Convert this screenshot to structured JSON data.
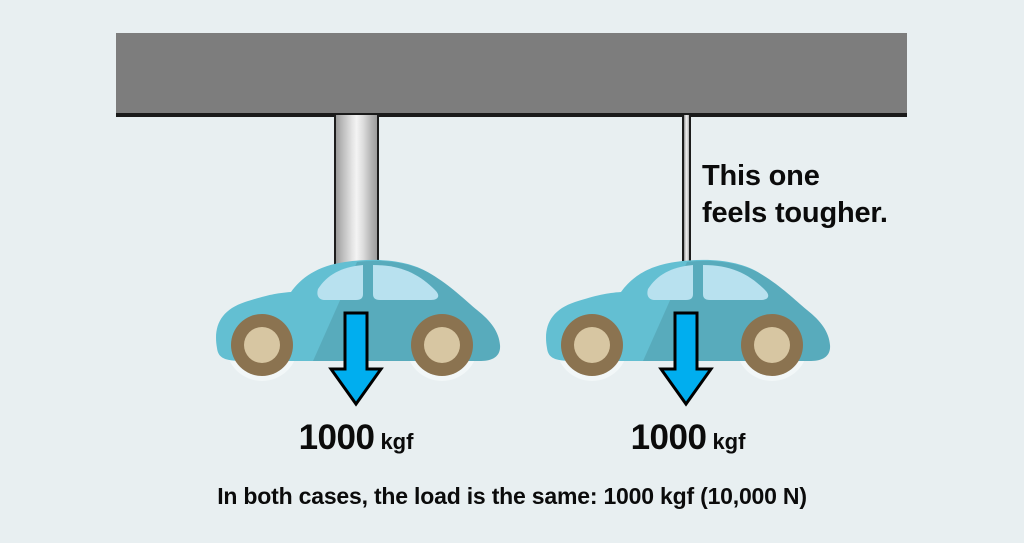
{
  "figure": {
    "title_text": "",
    "background_color": "#e8eff1",
    "beam": {
      "name": "ceiling-beam",
      "color": "#7d7d7d",
      "edge_color": "#1a1a1a"
    },
    "rods": [
      {
        "name": "thick-rod",
        "label": "",
        "thickness": "thick",
        "color_light": "#f4f4f4",
        "color_dark": "#9a9a9a"
      },
      {
        "name": "thin-rod",
        "label": "",
        "thickness": "thin",
        "color_light": "#f2f2f2",
        "color_dark": "#8f8f8f"
      }
    ],
    "callout": {
      "line1": "This one",
      "line2": "feels tougher."
    },
    "cars": [
      {
        "name": "car-left",
        "body_color": "#63bfd2",
        "shade_color": "#4e9fb0",
        "window_color": "#b8e1ef",
        "wheel_outer_color": "#8b7350",
        "wheel_inner_color": "#d7c6a2",
        "wheel_rim_color": "#f2f7f8"
      },
      {
        "name": "car-right",
        "body_color": "#63bfd2",
        "shade_color": "#4e9fb0",
        "window_color": "#b8e1ef",
        "wheel_outer_color": "#8b7350",
        "wheel_inner_color": "#d7c6a2",
        "wheel_rim_color": "#f2f7f8"
      }
    ],
    "arrows": [
      {
        "name": "load-arrow-left",
        "direction": "down",
        "fill": "#00aeef",
        "stroke": "#000000"
      },
      {
        "name": "load-arrow-right",
        "direction": "down",
        "fill": "#00aeef",
        "stroke": "#000000"
      }
    ],
    "load_labels": [
      {
        "value": "1000",
        "unit": "kgf"
      },
      {
        "value": "1000",
        "unit": "kgf"
      }
    ],
    "caption": "In both cases, the load is the same: 1000 kgf (10,000 N)"
  }
}
